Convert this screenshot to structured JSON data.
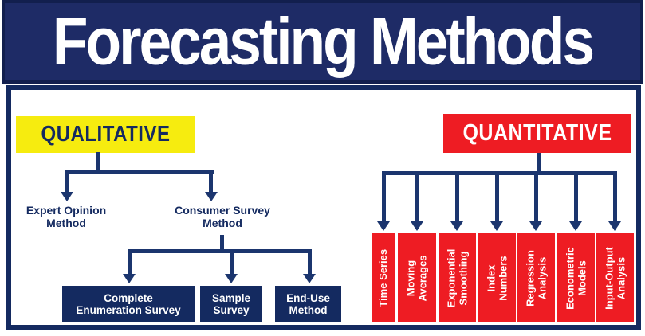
{
  "title": "Forecasting Methods",
  "colors": {
    "navy-banner": "#1e2b66",
    "navy-dark": "#121f4e",
    "navy-box": "#142a60",
    "line": "#1b356e",
    "red": "#ee1c23",
    "yellow": "#f6ec0f"
  },
  "qualitative": {
    "label": "QUALITATIVE",
    "children": [
      {
        "label": "Expert Opinion\nMethod"
      },
      {
        "label": "Consumer Survey\nMethod",
        "children": [
          {
            "label": "Complete\nEnumeration Survey"
          },
          {
            "label": "Sample\nSurvey"
          },
          {
            "label": "End-Use\nMethod"
          }
        ]
      }
    ]
  },
  "quantitative": {
    "label": "QUANTITATIVE",
    "children": [
      {
        "label": "Time Series"
      },
      {
        "label": "Moving\nAverages"
      },
      {
        "label": "Exponential\nSmoothing"
      },
      {
        "label": "Index\nNumbers"
      },
      {
        "label": "Regression\nAnalysis"
      },
      {
        "label": "Econometric\nModels"
      },
      {
        "label": "Input-Output\nAnalysis"
      }
    ]
  }
}
